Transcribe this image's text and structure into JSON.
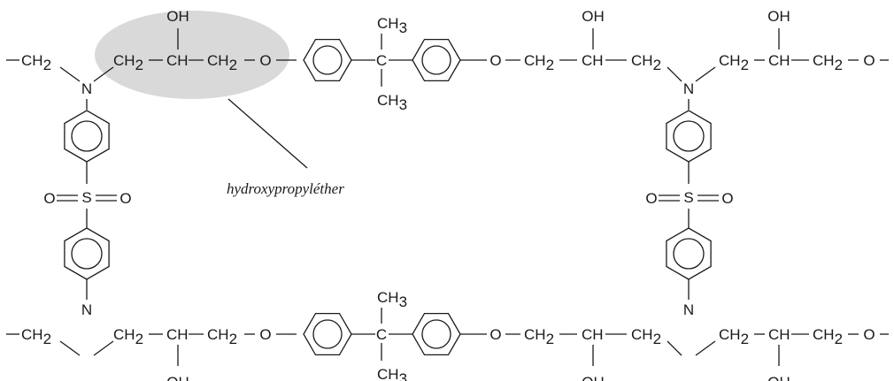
{
  "atoms": {
    "ch2": "CH",
    "ch2_sub": "2",
    "ch": "CH",
    "ch3": "CH",
    "ch3_sub": "3",
    "oh": "OH",
    "n": "N",
    "o": "O",
    "s": "S",
    "c": "C"
  },
  "annotation": {
    "label": "hydroxypropyléther",
    "highlight_color": "#d9d9d9"
  },
  "colors": {
    "ink": "#1a1a1a",
    "background": "#ffffff"
  }
}
